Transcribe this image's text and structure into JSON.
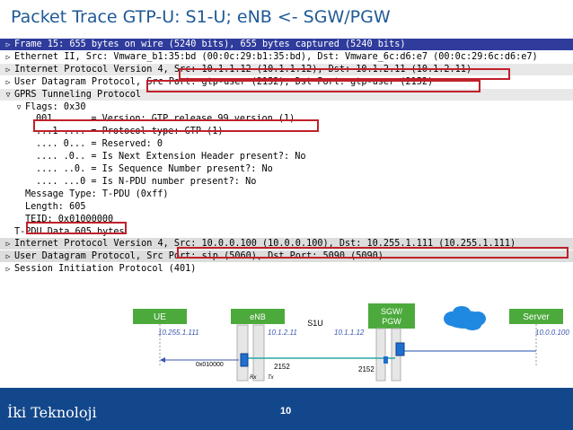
{
  "title": "Packet Trace GTP-U: S1-U; eNB <- SGW/PGW",
  "tree": [
    {
      "text": "Frame 15: 655 bytes on wire (5240 bits), 655 bytes captured (5240 bits)",
      "indent": 0,
      "expander": "right",
      "style": "sel"
    },
    {
      "text": "Ethernet II, Src: Vmware_b1:35:bd (00:0c:29:b1:35:bd), Dst: Vmware_6c:d6:e7 (00:0c:29:6c:d6:e7)",
      "indent": 0,
      "expander": "right",
      "style": ""
    },
    {
      "text": "Internet Protocol Version 4, Src: 10.1.1.12 (10.1.1.12), Dst: 10.1.2.11 (10.1.2.11)",
      "indent": 0,
      "expander": "right",
      "style": "hdr"
    },
    {
      "text": "User Datagram Protocol, Src Port: gtp-user (2152), Dst Port: gtp-user (2152)",
      "indent": 0,
      "expander": "right",
      "style": ""
    },
    {
      "text": "GPRS Tunneling Protocol",
      "indent": 0,
      "expander": "down",
      "style": "hdr"
    },
    {
      "text": "Flags: 0x30",
      "indent": 1,
      "expander": "down",
      "style": ""
    },
    {
      "text": "001. .... = Version: GTP release 99 version (1)",
      "indent": 2,
      "expander": "",
      "style": ""
    },
    {
      "text": "...1 .... = Protocol type: GTP (1)",
      "indent": 2,
      "expander": "",
      "style": ""
    },
    {
      "text": ".... 0... = Reserved: 0",
      "indent": 2,
      "expander": "",
      "style": ""
    },
    {
      "text": ".... .0.. = Is Next Extension Header present?: No",
      "indent": 2,
      "expander": "",
      "style": ""
    },
    {
      "text": ".... ..0. = Is Sequence Number present?: No",
      "indent": 2,
      "expander": "",
      "style": ""
    },
    {
      "text": ".... ...0 = Is N-PDU number present?: No",
      "indent": 2,
      "expander": "",
      "style": ""
    },
    {
      "text": "Message Type: T-PDU (0xff)",
      "indent": 1,
      "expander": "",
      "style": ""
    },
    {
      "text": "Length: 605",
      "indent": 1,
      "expander": "",
      "style": ""
    },
    {
      "text": "TEID: 0x01000000",
      "indent": 1,
      "expander": "",
      "style": ""
    },
    {
      "text": "T-PDU Data 605 bytes",
      "indent": 0,
      "expander": "",
      "style": ""
    },
    {
      "text": "Internet Protocol Version 4, Src: 10.0.0.100 (10.0.0.100), Dst: 10.255.1.111 (10.255.1.111)",
      "indent": 0,
      "expander": "right",
      "style": "hl"
    },
    {
      "text": "User Datagram Protocol, Src Port: sip (5060), Dst Port: 5090 (5090)",
      "indent": 0,
      "expander": "right",
      "style": "hl"
    },
    {
      "text": "Session Initiation Protocol (401)",
      "indent": 0,
      "expander": "right",
      "style": ""
    }
  ],
  "diagram": {
    "ue": "UE",
    "enb": "eNB",
    "s1u": "S1U",
    "sgw": "SGW/\nPGW",
    "sgw_line1": "SGW/",
    "sgw_line2": "PGW",
    "server": "Server",
    "ip_ue": "10.255.1.111",
    "ip_enb": "10.1.2.11",
    "ip_sgw": "10.1.1.12",
    "ip_server": "10.0.0.100",
    "teid": "0x010000",
    "port_enb": "2152",
    "port_sgw": "2152",
    "rx": "Rx",
    "tx": "Tx",
    "green": "#4caa3c",
    "cloud": "#1f88e0"
  },
  "footer": {
    "brand": "İki Teknoloji",
    "page": "10",
    "color": "#13478b"
  }
}
